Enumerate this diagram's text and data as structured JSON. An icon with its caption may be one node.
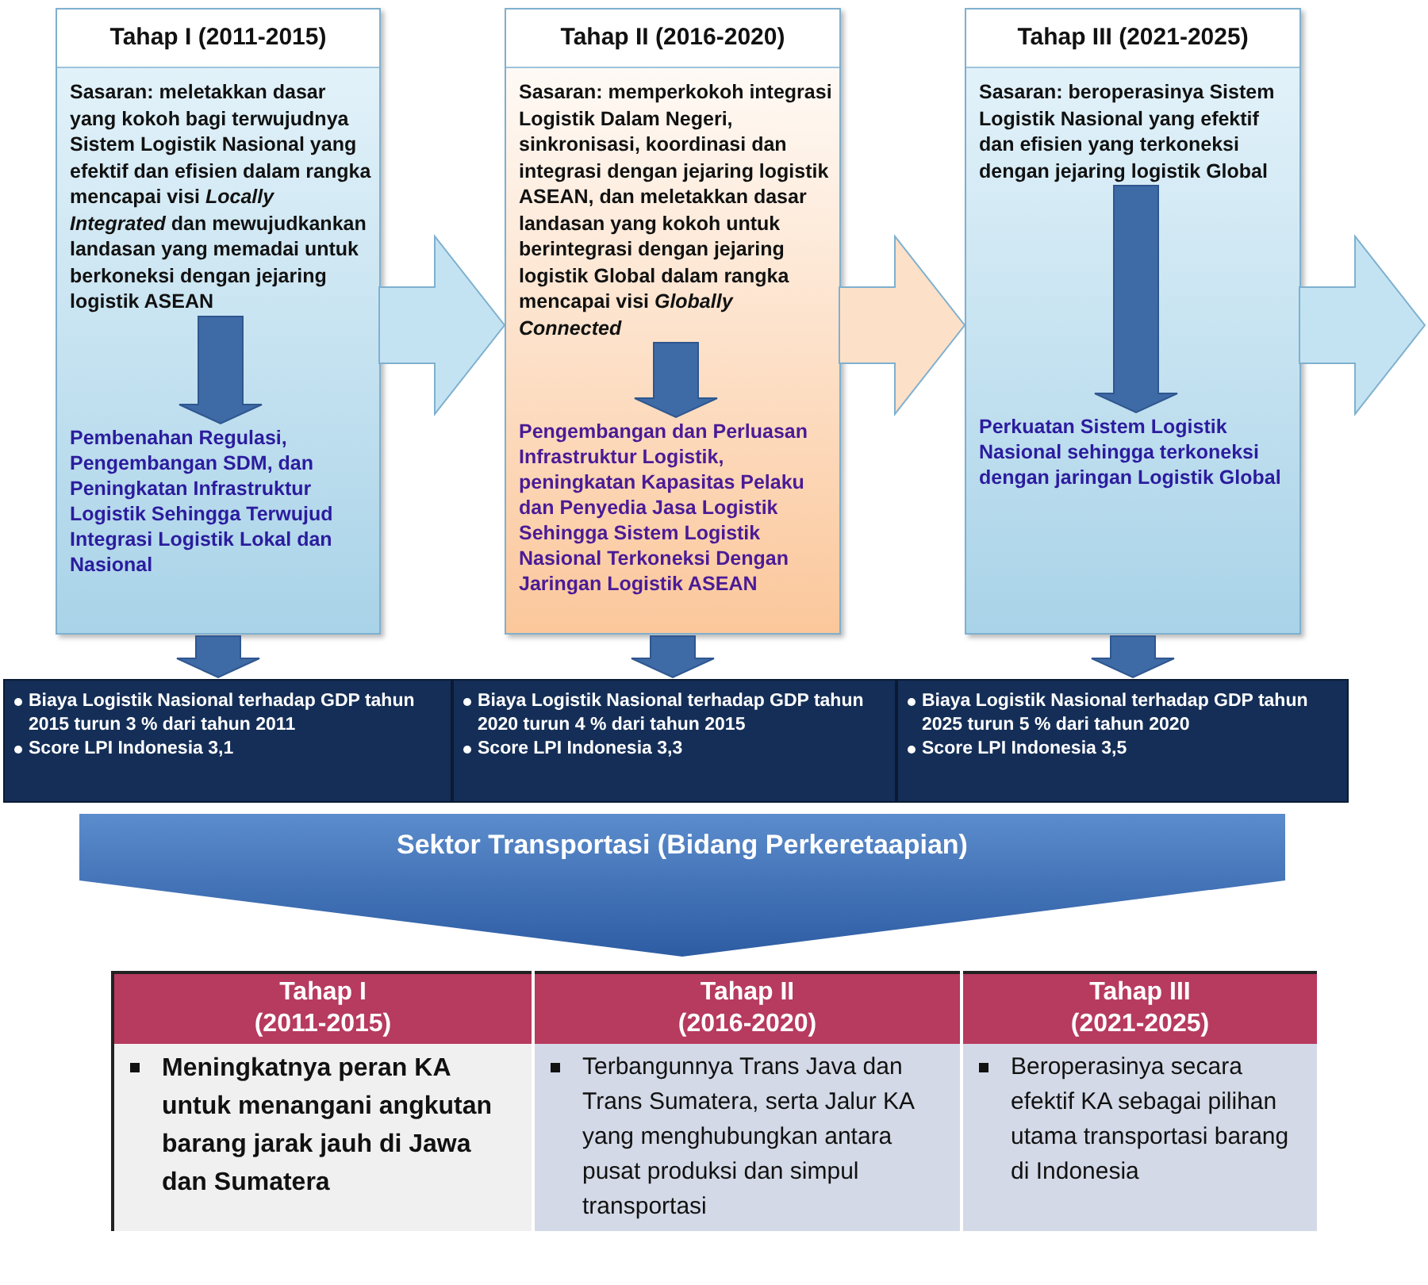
{
  "diagram": {
    "nodes": [
      {
        "text": [
          "Tahap I (2011-2015)"
        ]
      },
      {
        "text": [
          "Sasaran: meletakkan dasar yang kokoh bagi terwujudnya Sistem Logistik Nasional yang efektif dan efisien dalam rangka mencapai visi *Locally Integrated* dan mewujudkankan landasan yang memadai untuk berkoneksi dengan jejaring logistik ASEAN"
        ],
        "in": 0
      },
      {
        "text": [
          "Pembenahan Regulasi, Pengembangan SDM, dan Peningkatan Infrastruktur Logistik Sehingga Terwujud Integrasi Logistik Lokal dan Nasional"
        ],
        "in": 0
      },
      {
        "text": [
          "Tahap II (2016-2020)"
        ]
      },
      {
        "text": [
          "Sasaran: memperkokoh integrasi Logistik Dalam Negeri, sinkronisasi, koordinasi dan integrasi dengan jejaring logistik ASEAN, dan meletakkan dasar landasan yang kokoh untuk berintegrasi dengan jejaring logistik Global dalam rangka mencapai visi *Globally Connected*"
        ],
        "in": 3
      },
      {
        "text": [
          "Pengembangan dan Perluasan Infrastruktur Logistik, peningkatan Kapasitas Pelaku dan Penyedia Jasa Logistik Sehingga Sistem Logistik Nasional Terkoneksi Dengan Jaringan Logistik ASEAN"
        ],
        "in": 3
      },
      {
        "text": [
          "Tahap III (2021-2025)"
        ]
      },
      {
        "text": [
          "Sasaran: beroperasinya Sistem Logistik Nasional yang efektif dan efisien yang terkoneksi dengan jejaring logistik Global"
        ],
        "in": 6
      },
      {
        "text": [
          "Perkuatan Sistem Logistik Nasional sehingga terkoneksi dengan jaringan Logistik Global"
        ],
        "in": 6
      },
      {
        "text": [
          "Biaya Logistik Nasional terhadap GDP tahun 2015 turun 3 % dari tahun 2011",
          "Score LPI Indonesia 3,1"
        ]
      },
      {
        "text": [
          "Biaya Logistik Nasional terhadap GDP tahun 2020 turun 4 % dari tahun 2015",
          "Score LPI Indonesia 3,3"
        ]
      },
      {
        "text": [
          "Biaya Logistik Nasional terhadap GDP tahun 2025 turun 5 % dari tahun 2020",
          "Score LPI Indonesia 3,5"
        ]
      },
      {
        "text": [
          "Sektor Transportasi (Bidang Perkeretaapian)"
        ]
      }
    ],
    "edges": [
      {
        "from": 1,
        "to": 2,
        "arrow": "to"
      },
      {
        "from": 4,
        "to": 5,
        "arrow": "to"
      },
      {
        "from": 7,
        "to": 8,
        "arrow": "to"
      },
      {
        "from": 0,
        "to": 9,
        "arrow": "to"
      },
      {
        "from": 3,
        "to": 10,
        "arrow": "to"
      },
      {
        "from": 6,
        "to": 11,
        "arrow": "to"
      },
      {
        "from": 0,
        "to": 3,
        "arrow": "to"
      },
      {
        "from": 3,
        "to": 6,
        "arrow": "to"
      },
      {
        "from": 6,
        "to": null,
        "arrow": "to"
      }
    ],
    "labels": [
      "Tahap I (2011-2015)",
      "Tahap II (2016-2020)",
      "Tahap III (2021-2025)",
      "Meningkatnya peran KA untuk menangani angkutan barang jarak jauh di Jawa dan Sumatera",
      "Terbangunnya Trans Java dan Trans Sumatera, serta Jalur KA yang menghubungkan antara pusat produksi dan simpul transportasi",
      "Beroperasinya secara efektif KA sebagai pilihan utama transportasi barang di Indonesia"
    ]
  }
}
